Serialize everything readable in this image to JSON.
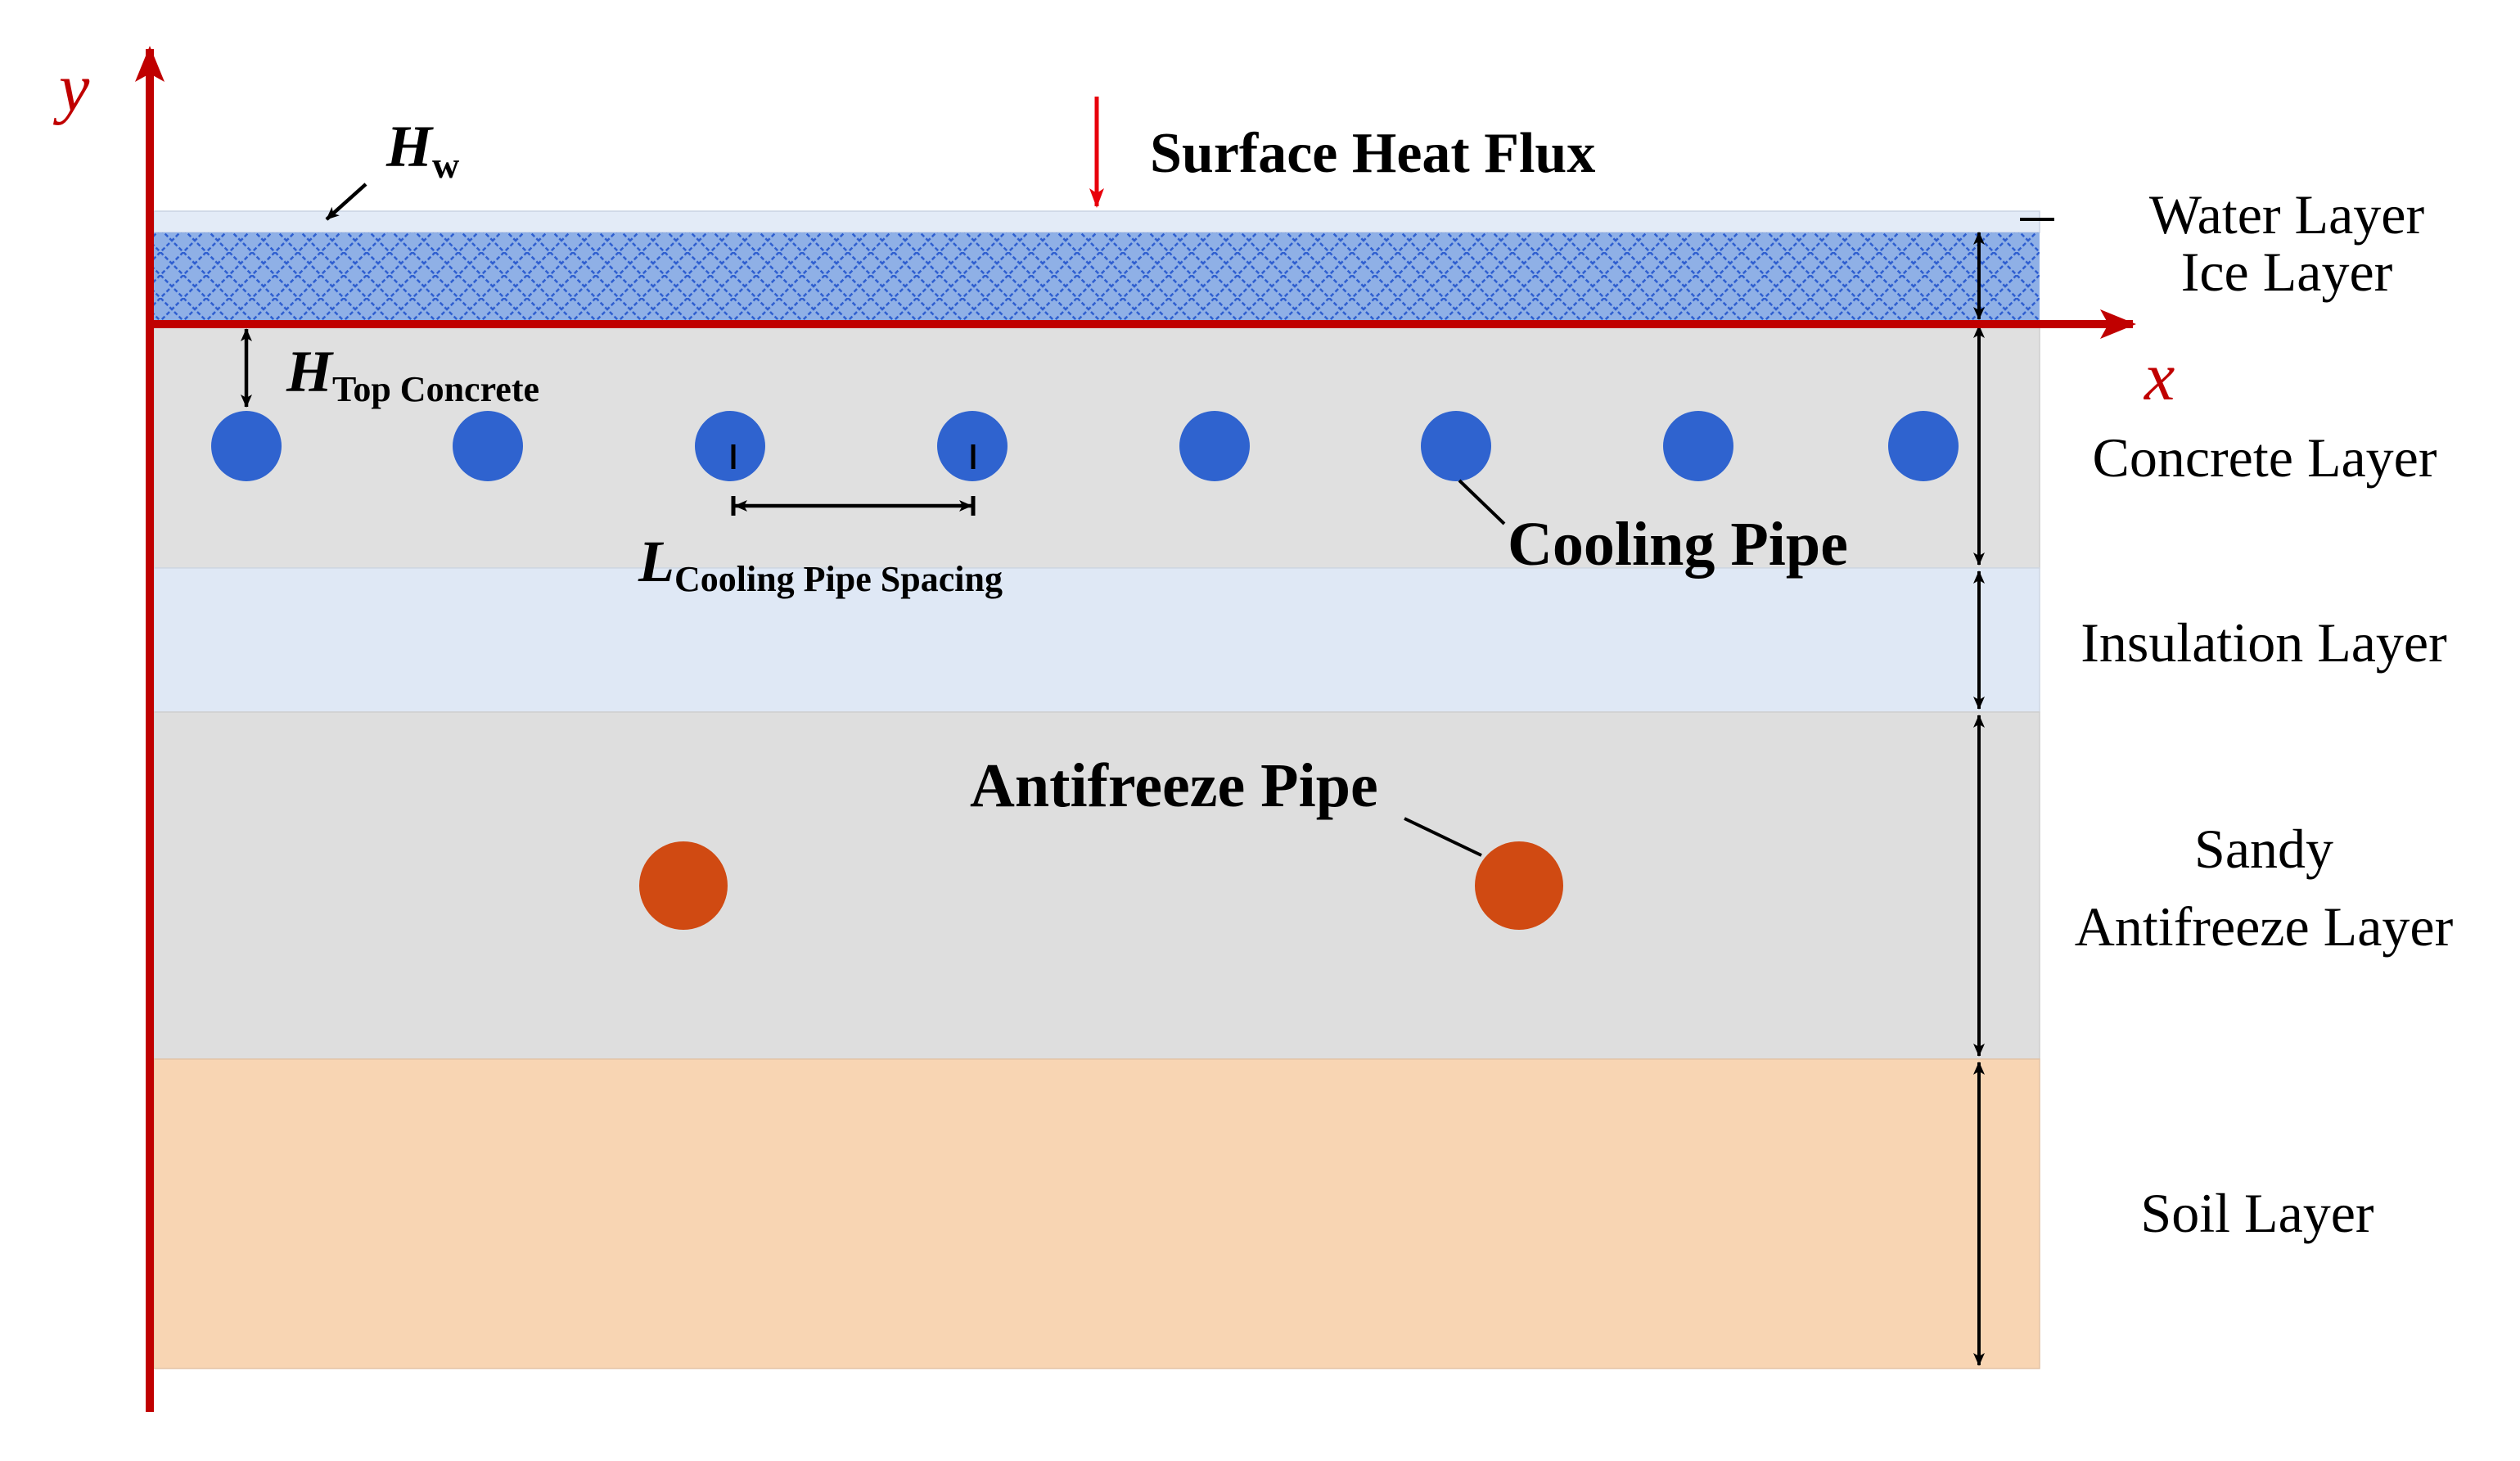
{
  "axes": {
    "y_label": "y",
    "x_label": "x"
  },
  "annotations": {
    "h_w_main": "H",
    "h_w_sub": "w",
    "surface_heat_flux": "Surface Heat Flux",
    "h_top_main": "H",
    "h_top_sub": "Top Concrete",
    "l_spacing_main": "L",
    "l_spacing_sub": "Cooling Pipe Spacing",
    "cooling_pipe": "Cooling Pipe",
    "antifreeze_pipe": "Antifreeze Pipe"
  },
  "layers": {
    "water": "Water Layer",
    "ice": "Ice Layer",
    "concrete": "Concrete Layer",
    "insulation": "Insulation Layer",
    "sandy_line1": "Sandy",
    "sandy_line2": "Antifreeze Layer",
    "soil": "Soil Layer"
  },
  "pipes": {
    "cooling_count": 8,
    "antifreeze_count": 2
  },
  "colors": {
    "axis": "#c00000",
    "heat_flux_arrow": "#e8000b",
    "water_layer": "#e3ebf7",
    "ice_layer_hatch": "#8fb0e6",
    "ice_layer_lines": "#2f5fd0",
    "concrete_layer": "#e0e0e0",
    "insulation_layer": "#dfe8f5",
    "sandy_layer": "#dedede",
    "soil_layer": "#f8d5b3",
    "cooling_pipe": "#2f63cf",
    "antifreeze_pipe": "#d04a12",
    "dimension_arrows": "#000000"
  }
}
